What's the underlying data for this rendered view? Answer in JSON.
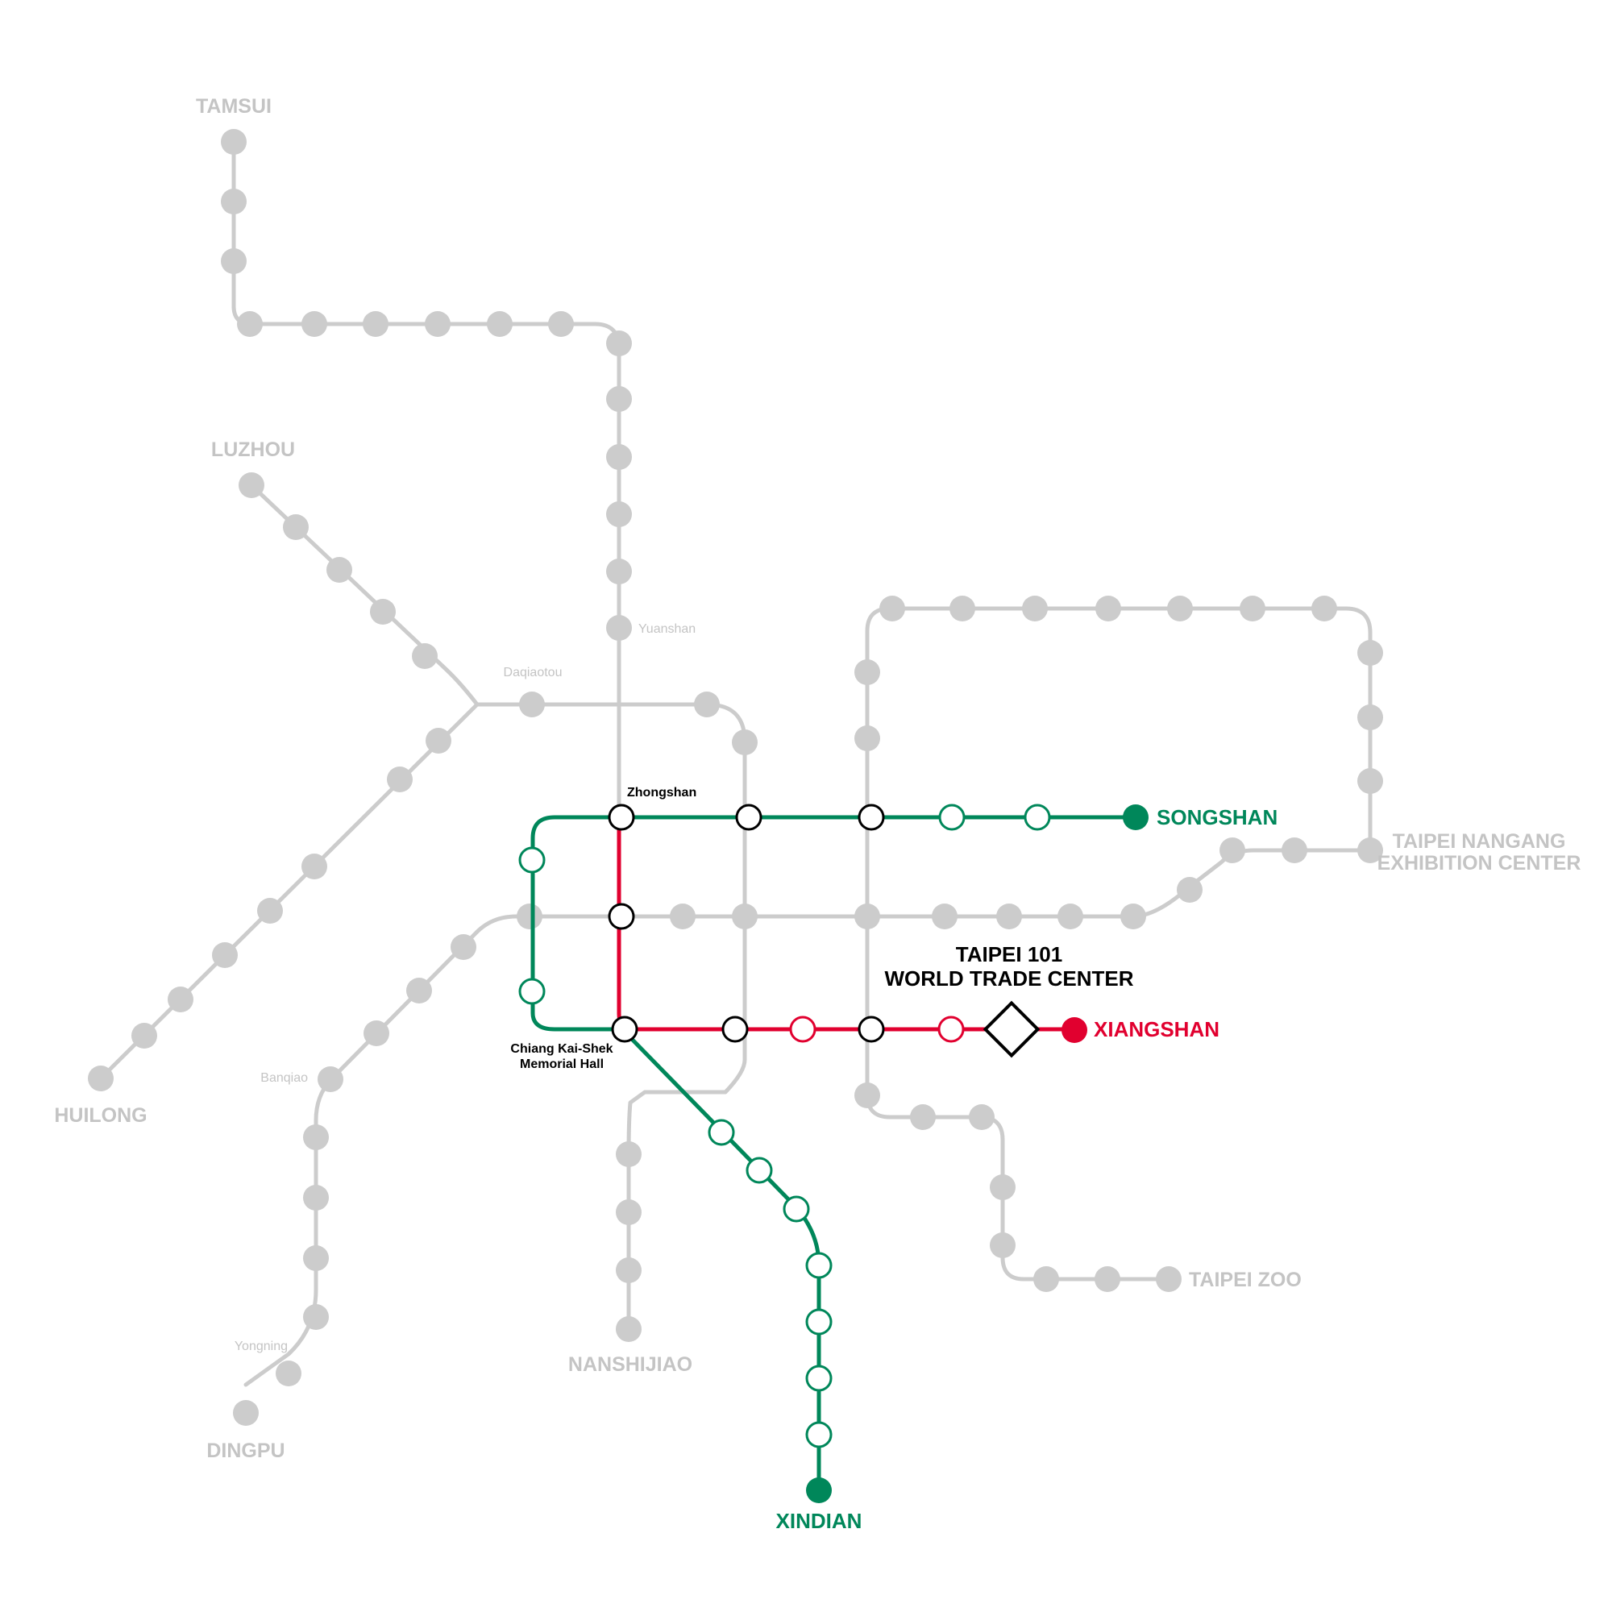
{
  "colors": {
    "base": "#cccccc",
    "base_label": "#c4c4c4",
    "green": "#00875a",
    "red": "#e1002f",
    "black": "#000000"
  },
  "labels": {
    "tamsui": "TAMSUI",
    "luzhou": "LUZHOU",
    "huilong": "HUILONG",
    "dingpu": "DINGPU",
    "nanshijiao": "NANSHIJIAO",
    "taipei_zoo": "TAIPEI ZOO",
    "nangang_1": "TAIPEI NANGANG",
    "nangang_2": "EXHIBITION CENTER",
    "songshan": "SONGSHAN",
    "xiangshan": "XIANGSHAN",
    "xindian": "XINDIAN",
    "destination_1": "TAIPEI 101",
    "destination_2": "WORLD TRADE CENTER",
    "yuanshan": "Yuanshan",
    "daqiaotou": "Daqiaotou",
    "banqiao": "Banqiao",
    "yongning": "Yongning",
    "zhongshan": "Zhongshan",
    "ckshall_1": "Chiang Kai-Shek",
    "ckshall_2": "Memorial Hall"
  },
  "lines": {
    "green": {
      "terminals": [
        "SONGSHAN",
        "XINDIAN"
      ],
      "transfer_stations": [
        "Zhongshan",
        "Chiang Kai-Shek Memorial Hall"
      ]
    },
    "red": {
      "terminals": [
        "XIANGSHAN"
      ],
      "destination": "TAIPEI 101 WORLD TRADE CENTER"
    }
  }
}
